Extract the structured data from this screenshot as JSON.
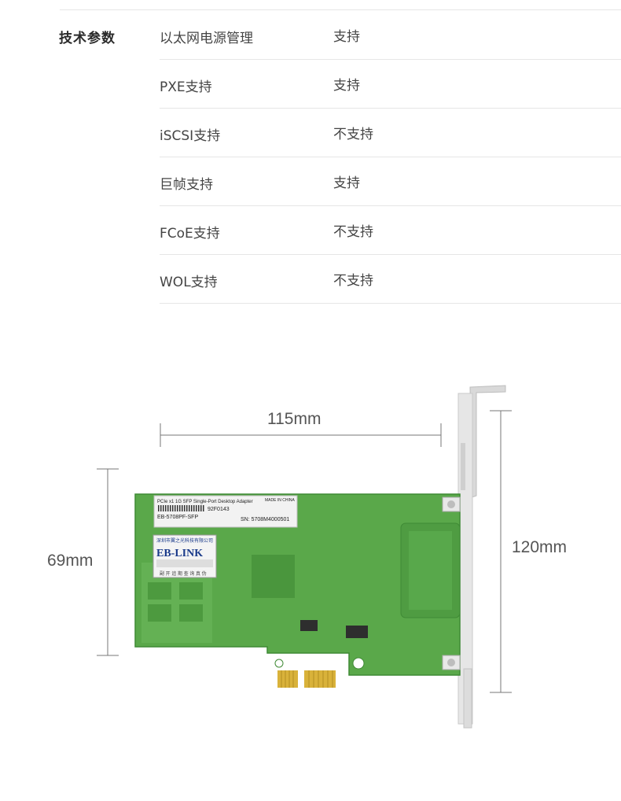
{
  "section_title": "技术参数",
  "specs": [
    {
      "name": "以太网电源管理",
      "value": "支持"
    },
    {
      "name": "PXE支持",
      "value": "支持"
    },
    {
      "name": "iSCSI支持",
      "value": "不支持"
    },
    {
      "name": "巨帧支持",
      "value": "支持"
    },
    {
      "name": "FCoE支持",
      "value": "不支持"
    },
    {
      "name": "WOL支持",
      "value": "不支持"
    }
  ],
  "figure": {
    "width_label": "115mm",
    "height_label": "69mm",
    "bracket_label": "120mm",
    "label_line1": "PCIe x1 1G SFP Single-Port Desktop Adapter",
    "label_made_in": "MADE IN CHINA",
    "label_code": "92F0143",
    "label_model": "EB-5708PF-SFP",
    "label_sn": "SN: 5708M4000501",
    "brand": "EB-LINK",
    "brand_company": "深圳市翼之光科技有限公司",
    "brand_footer": "副 开 追 期    查 询 真 伪",
    "colors": {
      "board": "#5aa84a",
      "board_dark": "#3f8a35",
      "gold": "#d9b23a",
      "bracket": "#e4e4e4"
    }
  }
}
